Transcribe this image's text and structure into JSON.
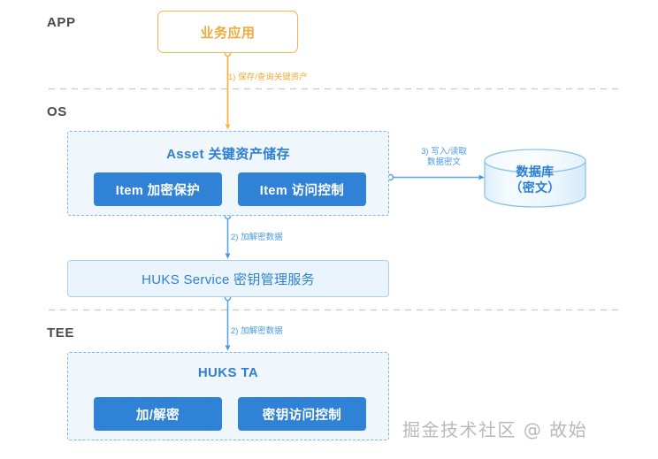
{
  "diagram": {
    "tiers": [
      {
        "id": "app",
        "label": "APP"
      },
      {
        "id": "os",
        "label": "OS"
      },
      {
        "id": "tee",
        "label": "TEE"
      }
    ],
    "app_box": {
      "label": "业务应用",
      "border_color": "#f3b54a",
      "text_color": "#f0ab3a",
      "fill": "#ffffff"
    },
    "asset_group": {
      "title": "Asset 关键资产储存",
      "fill": "#eff7fd",
      "border_color": "#7cb6e8",
      "title_color": "#2e7fd4",
      "chips": [
        {
          "label": "Item 加密保护"
        },
        {
          "label": "Item 访问控制"
        }
      ]
    },
    "huks_service": {
      "label": "HUKS Service 密钥管理服务",
      "fill": "#eaf4fc",
      "border_color": "#a9d0ee",
      "text_color": "#2e7fd4"
    },
    "tee_group": {
      "title": "HUKS TA",
      "fill": "#eff7fd",
      "border_color": "#7cb6e8",
      "title_color": "#2e7fd4",
      "chips": [
        {
          "label": "加/解密"
        },
        {
          "label": "密钥访问控制"
        }
      ]
    },
    "database": {
      "line1": "数据库",
      "line2": "（密文）",
      "fill": "#eaf6fd",
      "stroke": "#8cc3e9",
      "text_color": "#2e7fd4"
    },
    "flows": [
      {
        "id": "flow-1",
        "label": "1) 保存/查询关键资产",
        "color": "#f0ab3a"
      },
      {
        "id": "flow-2",
        "label": "2) 加解密数据",
        "color": "#4a9ae0"
      },
      {
        "id": "flow-3",
        "label_line1": "3) 写入/读取",
        "label_line2": "数据密文",
        "color": "#4a9ae0"
      },
      {
        "id": "flow-4",
        "label": "2) 加解密数据",
        "color": "#4a9ae0"
      }
    ],
    "chip_color": "#2f82d6",
    "divider_color": "#c8c8c8",
    "watermark": "掘金技术社区 @ 故始"
  }
}
